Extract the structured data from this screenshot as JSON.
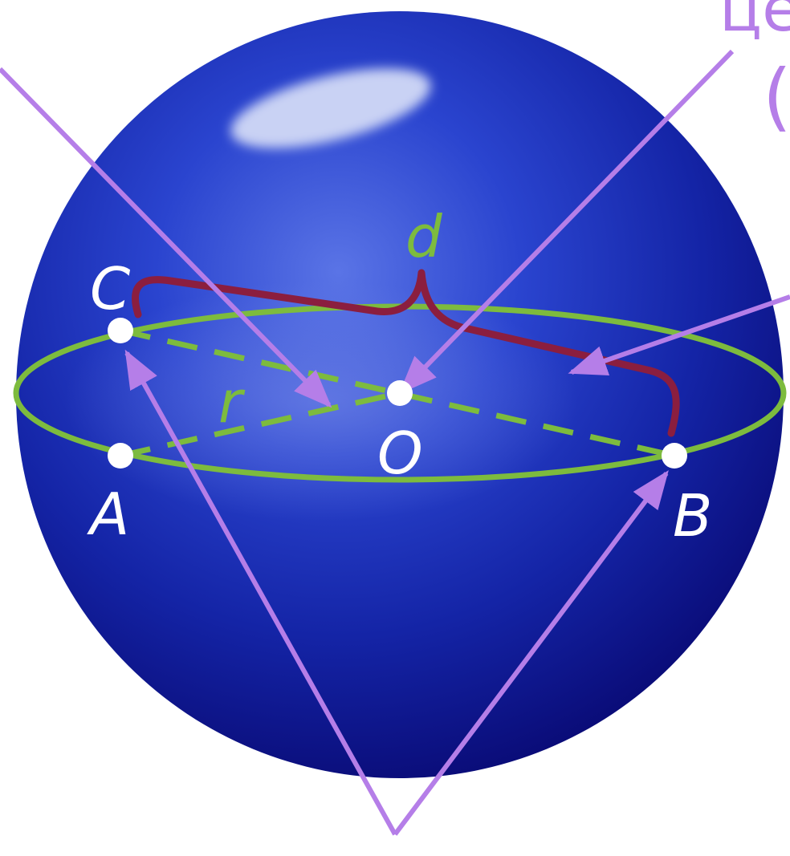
{
  "labels": {
    "point_c": "C",
    "point_a": "A",
    "point_b": "B",
    "point_o": "O",
    "radius": "r",
    "diameter": "d",
    "fragment_top": "це",
    "fragment_paren": "("
  },
  "colors": {
    "sphere_light": "#4a66e0",
    "sphere_mid": "#1b2fc4",
    "sphere_dark": "#0a0f7a",
    "highlight": "#c9d2f4",
    "circle": "#7dbb3e",
    "brace": "#8b1e3f",
    "pointer": "#b57ee8",
    "point_fill": "#ffffff",
    "text_white": "#ffffff",
    "text_green": "#7dbb3e",
    "text_violet": "#b57ee8"
  },
  "icons": {
    "points": "dot-marker",
    "pointers": "arrow-line"
  }
}
